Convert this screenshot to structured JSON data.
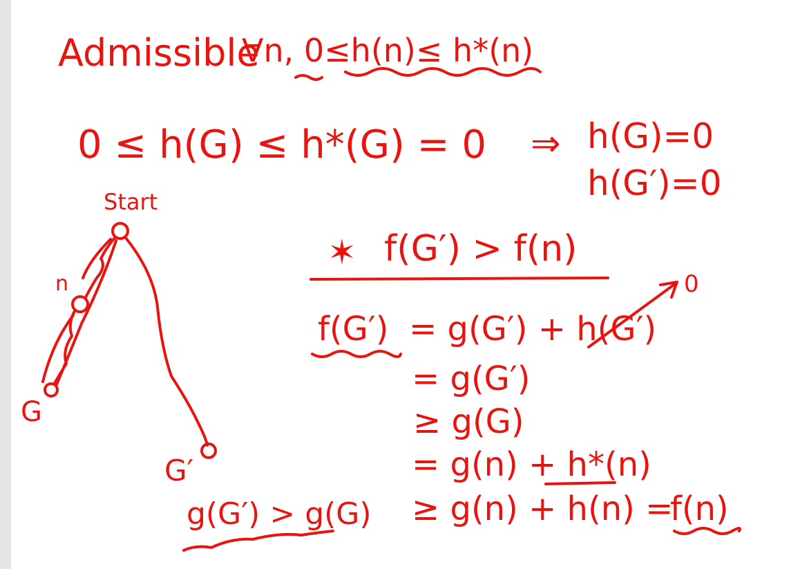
{
  "colors": {
    "ink": "#e8140f",
    "margin_bar": "#e6e6e6",
    "background": "#ffffff"
  },
  "board": {
    "title": "Admissible",
    "definition": "∀n, 0≤h(n)≤ h*(n)",
    "goal_inequality": "0 ≤ h(G) ≤ h*(G) = 0",
    "implies": "⇒",
    "goal_result_1": "h(G)=0",
    "goal_result_2": "h(G′)=0",
    "tree": {
      "start_label": "Start",
      "n_label": "n",
      "g_label": "G",
      "g_prime_label": "G′"
    },
    "claim": "f(G′) > f(n)",
    "star_mark": "✶",
    "proof": {
      "line1_lhs": "f(G′)",
      "line1_rhs": "= g(G′) + h(G′)",
      "zero_note": "0",
      "line2": "= g(G′)",
      "line3": "≥ g(G)",
      "line4": "= g(n) + h*(n)",
      "line5_lhs": "≥ g(n) + h(n) =",
      "line5_rhs": "f(n)"
    },
    "bottom_inequality": "g(G′) > g(G)"
  }
}
